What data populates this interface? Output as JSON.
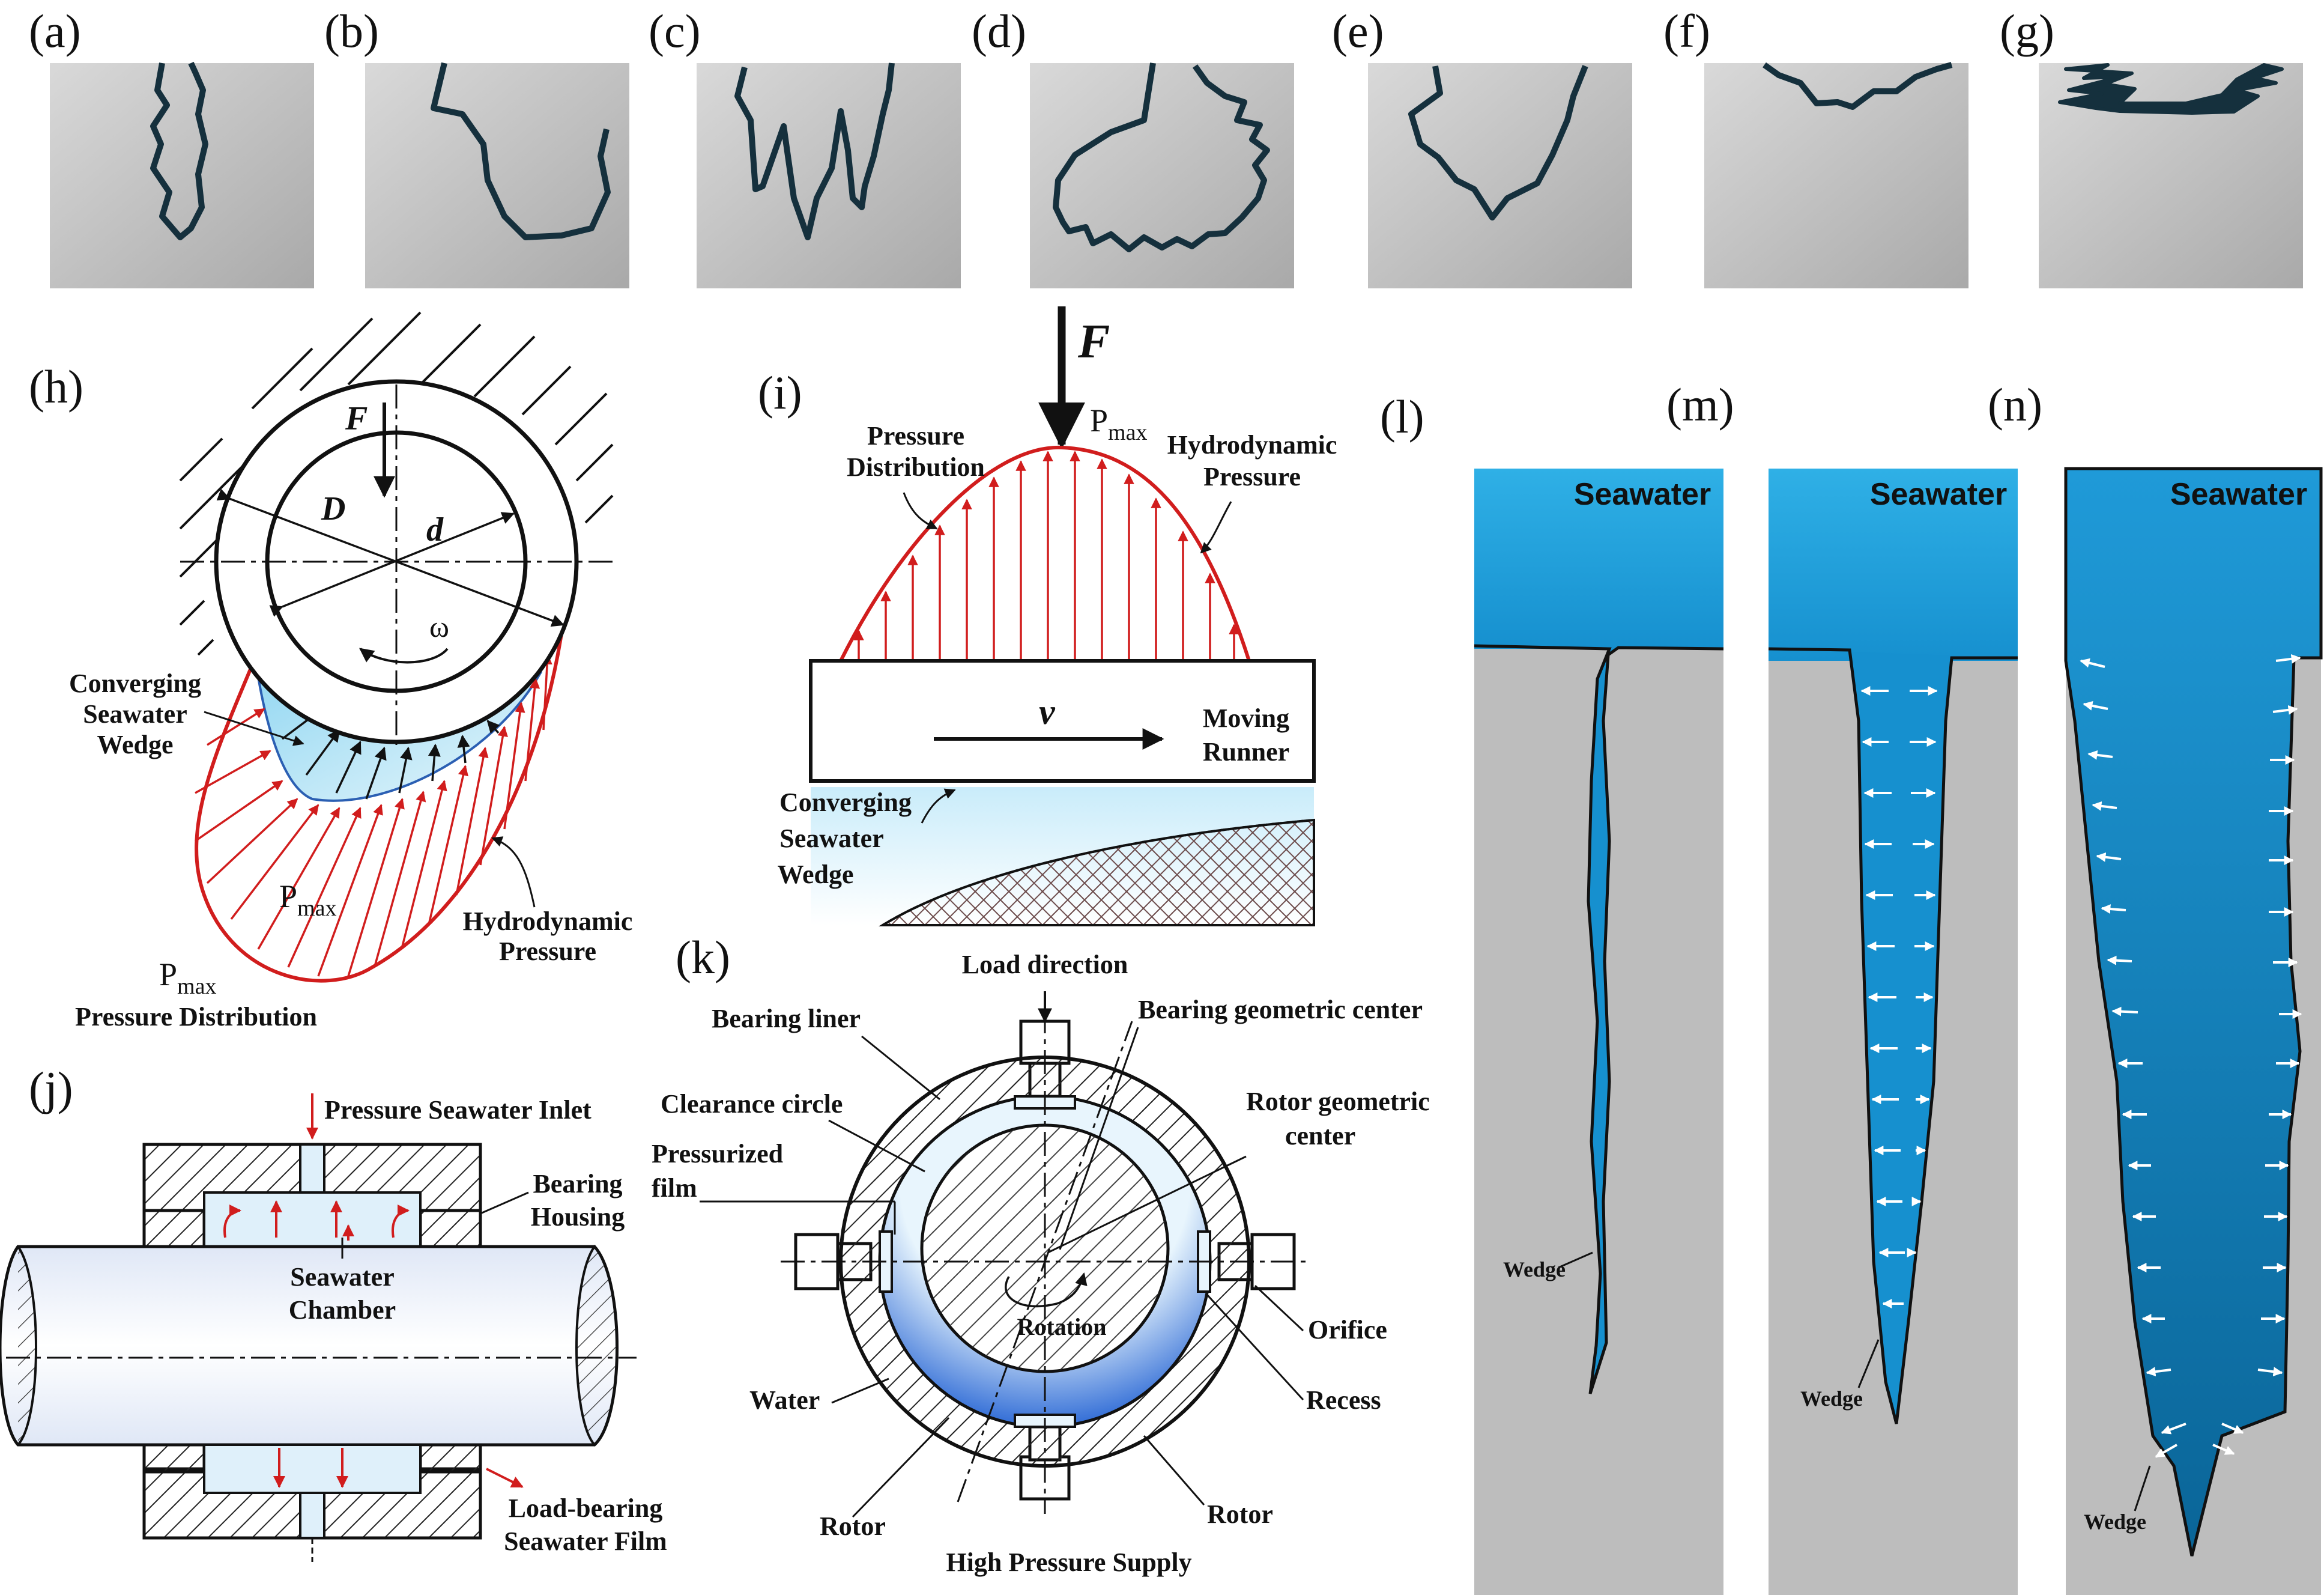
{
  "panels": {
    "a": "(a)",
    "b": "(b)",
    "c": "(c)",
    "d": "(d)",
    "e": "(e)",
    "f": "(f)",
    "g": "(g)",
    "h": "(h)",
    "i": "(i)",
    "j": "(j)",
    "k": "(k)",
    "l": "(l)",
    "m": "(m)",
    "n": "(n)"
  },
  "h": {
    "force": "F",
    "outer_diameter": "D",
    "inner_diameter": "d",
    "omega": "ω",
    "wedge_1": "Converging",
    "wedge_2": "Seawater",
    "wedge_3": "Wedge",
    "pmax_p": "P",
    "pmax_sub": "max",
    "hydro_1": "Hydrodynamic",
    "hydro_2": "Pressure",
    "pd": "Pressure Distribution"
  },
  "i": {
    "force": "F",
    "pmax_p": "P",
    "pmax_sub": "max",
    "pd_1": "Pressure",
    "pd_2": "Distribution",
    "hydro_1": "Hydrodynamic",
    "hydro_2": "Pressure",
    "velocity": "v",
    "runner_1": "Moving",
    "runner_2": "Runner",
    "wedge_1": "Converging",
    "wedge_2": "Seawater",
    "wedge_3": "Wedge"
  },
  "j": {
    "inlet": "Pressure Seawater Inlet",
    "housing_1": "Bearing",
    "housing_2": "Housing",
    "chamber_1": "Seawater",
    "chamber_2": "Chamber",
    "film_1": "Load-bearing",
    "film_2": "Seawater Film"
  },
  "k": {
    "load": "Load direction",
    "liner": "Bearing liner",
    "bgc": "Bearing geometric center",
    "clearance": "Clearance circle",
    "rgc_1": "Rotor geometric",
    "rgc_2": "center",
    "pfilm_1": "Pressurized",
    "pfilm_2": "film",
    "rotation": "Rotation",
    "orifice": "Orifice",
    "water": "Water",
    "recess": "Recess",
    "rotor_left": "Rotor",
    "rotor_right": "Rotor",
    "supply": "High Pressure Supply"
  },
  "crack": {
    "seawater_l": "Seawater",
    "seawater_m": "Seawater",
    "seawater_n": "Seawater",
    "wedge_l": "Wedge",
    "wedge_m": "Wedge",
    "wedge_n": "Wedge"
  },
  "colors": {
    "steel_gray": "#bdbdbd",
    "seawater_top": "#2aa7df",
    "seawater_deep": "#0b73a8",
    "crack_outline": "#15303d",
    "pressure_red": "#d11d1d",
    "film_blue": "#1a6fd6"
  }
}
